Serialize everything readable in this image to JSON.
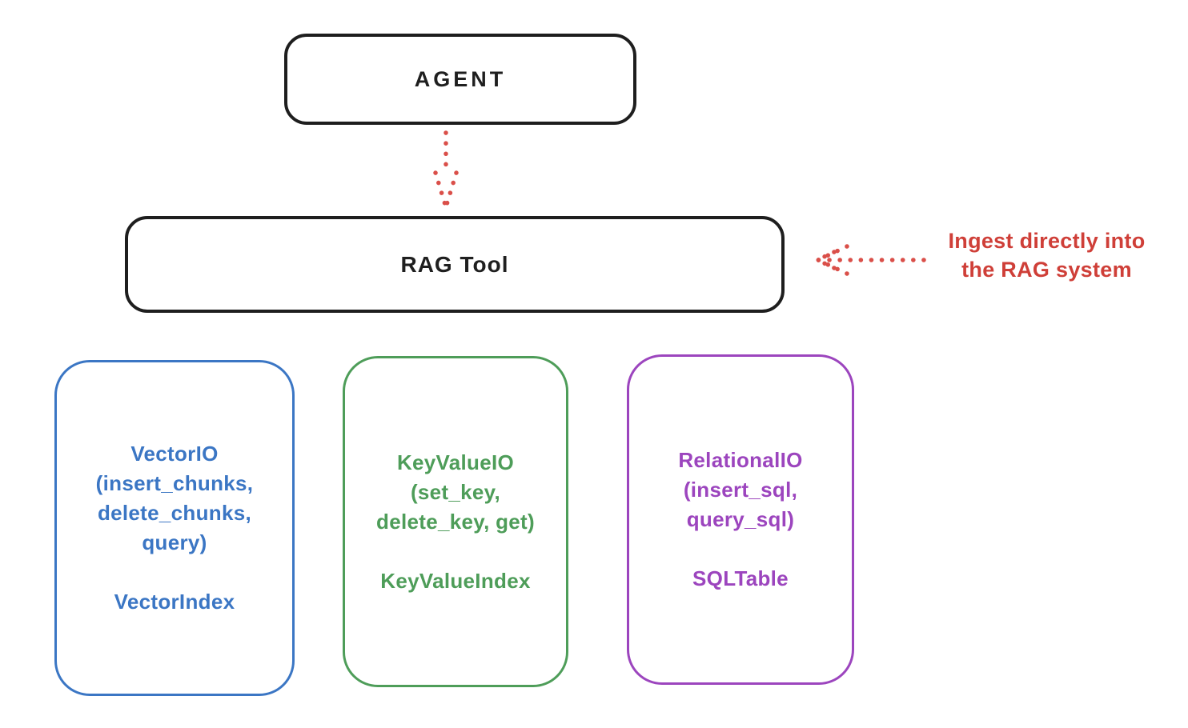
{
  "diagram": {
    "agent": {
      "label": "AGENT"
    },
    "rag_tool": {
      "label": "RAG Tool"
    },
    "annotation": {
      "line1": "Ingest directly into",
      "line2": "the RAG system",
      "color": "#cf3f38"
    },
    "arrows": {
      "agent_to_rag": {
        "style": "dotted",
        "direction": "down",
        "color": "#da4f49"
      },
      "annotation_to_rag": {
        "style": "dotted",
        "direction": "left",
        "color": "#da4f49"
      }
    },
    "colors": {
      "outline_black": "#1e1e1e",
      "background": "#ffffff"
    },
    "backends": [
      {
        "name": "vector-io",
        "color": "#3b76c4",
        "lines": [
          "VectorIO",
          "(insert_chunks,",
          "delete_chunks,",
          "query)"
        ],
        "index_label": "VectorIndex"
      },
      {
        "name": "key-value-io",
        "color": "#4e9d59",
        "lines": [
          "KeyValueIO",
          "(set_key,",
          "delete_key, get)"
        ],
        "index_label": "KeyValueIndex"
      },
      {
        "name": "relational-io",
        "color": "#9c45be",
        "lines": [
          "RelationalIO",
          "(insert_sql,",
          "query_sql)"
        ],
        "index_label": "SQLTable"
      }
    ]
  }
}
